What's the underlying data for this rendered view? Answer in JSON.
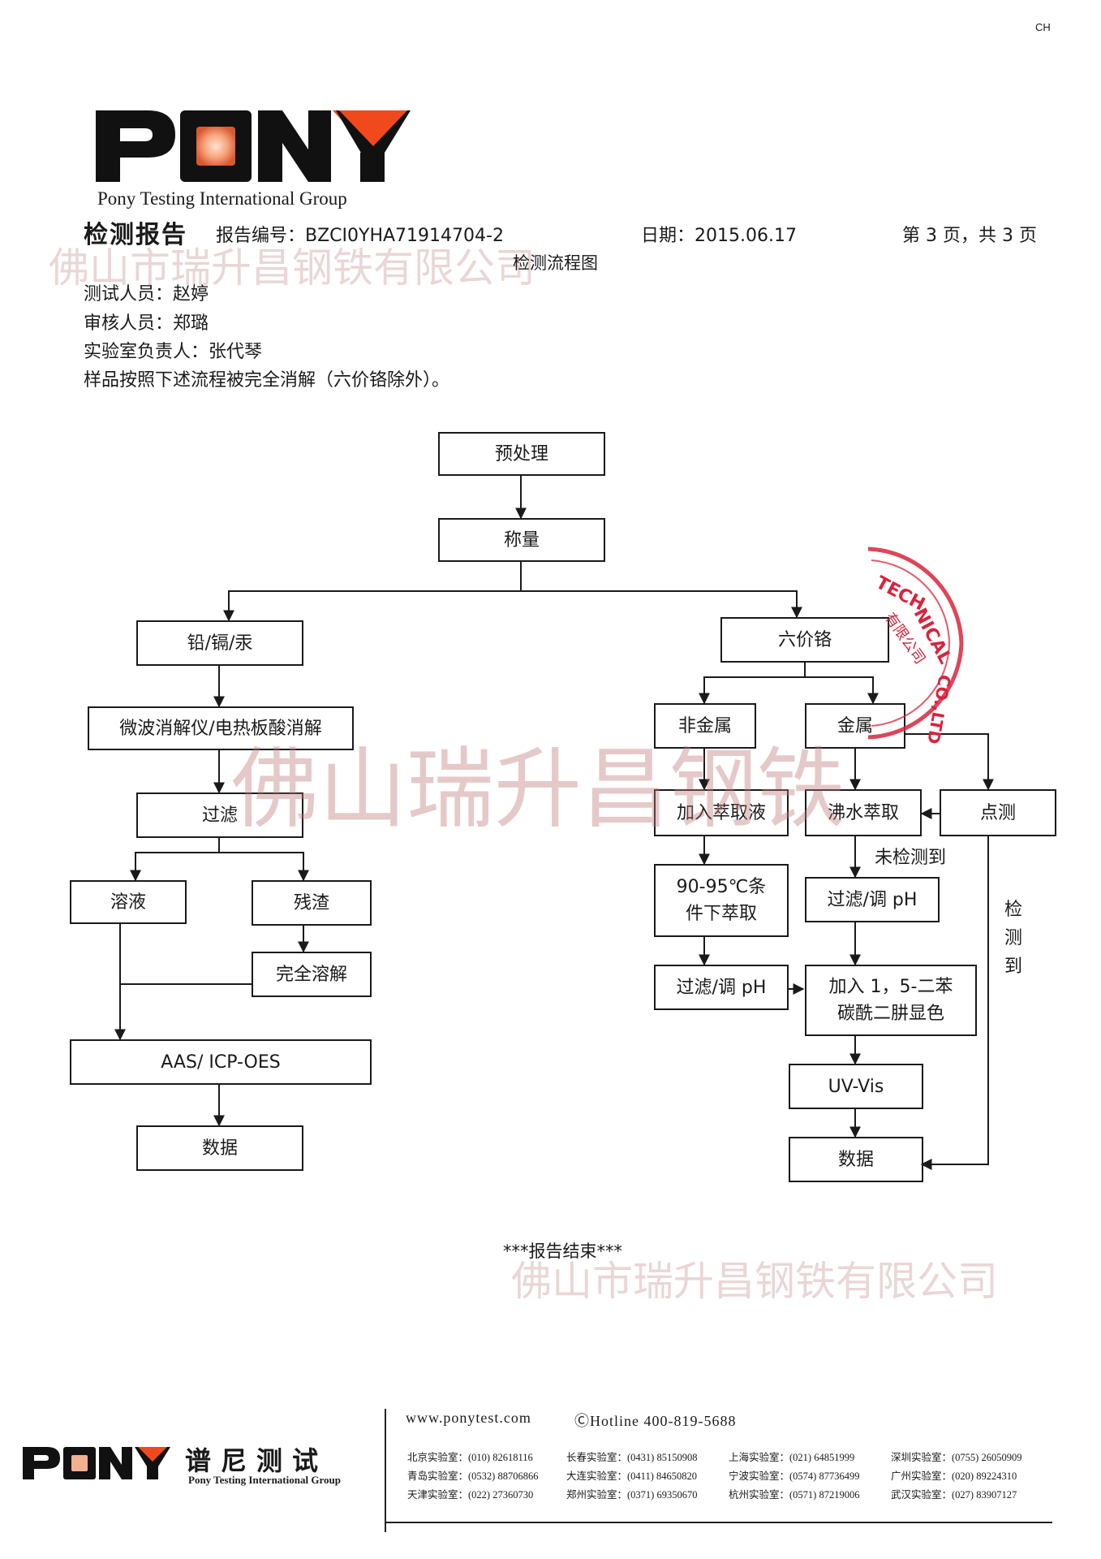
{
  "corner_label": "CH",
  "logo_text": "PONY",
  "group_name": "Pony Testing International Group",
  "report": {
    "title": "检测报告",
    "number": "报告编号：BZCI0YHA71914704-2",
    "date": "日期：2015.06.17",
    "page": "第 3 页，共 3 页",
    "subtitle": "检测流程图"
  },
  "meta": {
    "tester": "测试人员：赵婷",
    "reviewer": "审核人员：郑璐",
    "lab_head": "实验室负责人：张代琴",
    "note": "样品按照下述流程被完全消解（六价铬除外）。"
  },
  "watermark": {
    "top": "佛山市瑞升昌钢铁有限公司",
    "middle": "佛山瑞升昌钢铁",
    "bottom": "佛山市瑞升昌钢铁有限公司"
  },
  "flow": {
    "pretreat": "预处理",
    "weigh": "称量",
    "heavy_metals": "铅/镉/汞",
    "digest": "微波消解仪/电热板酸消解",
    "filter_left": "过滤",
    "solution": "溶液",
    "residue": "残渣",
    "dissolve": "完全溶解",
    "aas": "AAS/ ICP-OES",
    "data_left": "数据",
    "cr6": "六价铬",
    "nonmetal": "非金属",
    "metal": "金属",
    "add_extract": "加入萃取液",
    "boil_extract": "沸水萃取",
    "spot_test": "点测",
    "temp_l1": "90-95℃条",
    "temp_l2": "件下萃取",
    "not_detected": "未检测到",
    "filter_ph_right": "过滤/调 pH",
    "filter_ph_left": "过滤/调 pH",
    "color_l1": "加入 1，5-二苯",
    "color_l2": "碳酰二肼显色",
    "uvvis": "UV-Vis",
    "data_right": "数据",
    "detected_1": "检",
    "detected_2": "测",
    "detected_3": "到"
  },
  "end_text": "***报告结束***",
  "stamp_text": "TECHNICAL CO.,LTD 有限公司",
  "footer": {
    "brand_cn": "谱尼测试",
    "brand_en": "Pony Testing International Group",
    "website": "www.ponytest.com",
    "hotline": "ⒸHotline 400-819-5688",
    "labs": [
      "北京实验室：(010) 82618116",
      "长春实验室：(0431) 85150908",
      "上海实验室：(021) 64851999",
      "深圳实验室：(0755) 26050909",
      "青岛实验室：(0532) 88706866",
      "大连实验室：(0411) 84650820",
      "宁波实验室：(0574) 87736499",
      "广州实验室：(020) 89224310",
      "天津实验室：(022) 27360730",
      "郑州实验室：(0371) 69350670",
      "杭州实验室：(0571) 87219006",
      "武汉实验室：(027) 83907127"
    ]
  },
  "colors": {
    "accent_orange": "#f04a1c",
    "stamp_red": "#d8243c",
    "watermark": "#be8282"
  }
}
